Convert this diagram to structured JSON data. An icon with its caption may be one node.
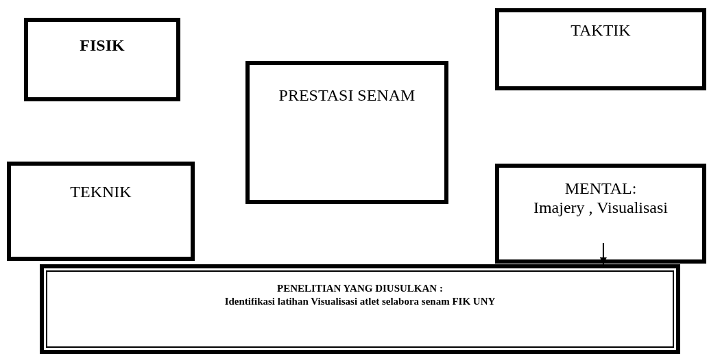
{
  "diagram": {
    "nodes": [
      {
        "text": [
          "FISIK"
        ]
      },
      {
        "text": [
          "TAKTIK"
        ]
      },
      {
        "text": [
          "PRESTASI SENAM"
        ]
      },
      {
        "text": [
          "TEKNIK"
        ]
      },
      {
        "text": [
          "MENTAL:",
          "Imajery , Visualisasi"
        ]
      },
      {
        "text": [
          "PENELITIAN YANG DIUSULKAN :",
          "Identifikasi latihan Visualisasi atlet selabora senam FIK UNY"
        ]
      }
    ],
    "edges": [
      {
        "from": 4,
        "to": 5,
        "arrow": "to"
      }
    ]
  }
}
